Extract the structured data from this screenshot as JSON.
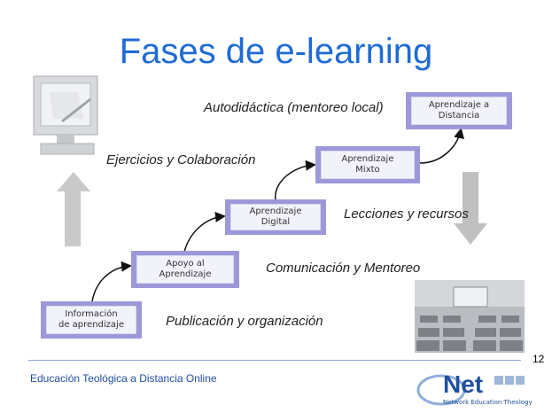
{
  "title": "Fases de e-learning",
  "stages": [
    {
      "label": "Información\nde aprendizaje"
    },
    {
      "label": "Apoyo al\nAprendizaje"
    },
    {
      "label": "Aprendizaje\nDigital"
    },
    {
      "label": "Aprendizaje\nMixto"
    },
    {
      "label": "Aprendizaje a\nDistancia"
    }
  ],
  "annotations": {
    "publicacion": "Publicación y organización",
    "comunicacion": "Comunicación y Mentoreo",
    "lecciones": "Lecciones y recursos",
    "ejercicios": "Ejercicios y Colaboración",
    "autodidactica": "Autodidáctica (mentoreo local)"
  },
  "footer": {
    "text": "Educación Teológica a Distancia Online",
    "page_number": "12"
  },
  "logo": {
    "word": "Net",
    "tagline": "Network Education Theology"
  },
  "colors": {
    "title": "#1f6bd6",
    "stage_border": "#9d99d8",
    "footer": "#1f4f9e"
  }
}
